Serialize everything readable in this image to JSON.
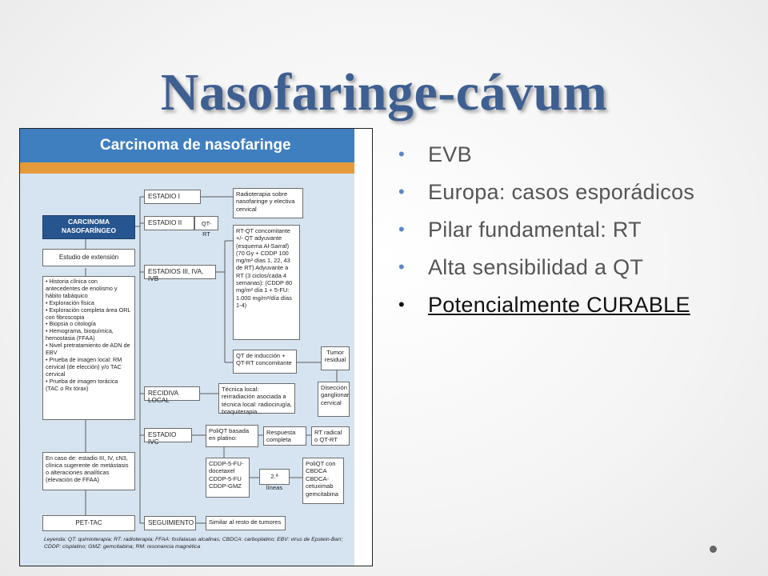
{
  "slide": {
    "title": "Nasofaringe-cávum",
    "bullets": [
      "EVB",
      "Europa: casos esporádicos",
      "Pilar fundamental: RT",
      "Alta sensibilidad a QT",
      "Potencialmente CURABLE"
    ],
    "accent_color": "#3e5f91",
    "bullet_color": "#5b88c2"
  },
  "figure": {
    "title": "Carcinoma de nasofaringe",
    "header_color": "#3f7fc0",
    "strip_color": "#e59a3c",
    "body_color": "#d6e4f1",
    "nodes": {
      "carcinoma": "CARCINOMA NASOFARÍNGEO",
      "estudio": "Estudio de extensión",
      "historia": "• Historia clínica con antecedentes de enolismo y hábito tabáquico\n• Exploración física\n• Exploración completa área ORL con fibroscopia\n• Biopsia o citología\n• Hemograma, bioquímica, hemostasia (FFAA)\n• Nivel pretratamiento de ADN de EBV\n• Prueba de imagen local: RM cervical (de elección) y/o TAC cervical\n• Prueba de imagen torácica (TAC o Rx tórax)",
      "encaso": "En caso de: estadio III, IV, cN3, clínica sugerente de metástasis o alteraciones analíticas (elevación de FFAA)",
      "pettac": "PET-TAC",
      "estadio1": "ESTADIO I",
      "estadio2": "ESTADIO II",
      "estadios3": "ESTADIOS III, IVA, IVB",
      "recidiva": "RECIDIVA LOCAL",
      "estadioivc": "ESTADIO IVC",
      "seguimiento": "SEGUIMIENTO",
      "radioterapia": "Radioterapia sobre nasofaringe y electiva cervical",
      "qtrt": "QT-RT",
      "rtqt": "RT-QT concomitante +/- QT adyuvante (esquema Al-Sarraf) (70 Gy + CDDP 100 mg/m² días 1, 22, 43 de RT) Adyuvante a RT (3 ciclos/cada 4 semanas): (CDDP 80 mg/m² día 1 + 5-FU: 1.000 mg/m²/día días 1-4)",
      "qtinduccion": "QT de inducción + QT-RT concomitante",
      "tumor": "Tumor residual",
      "diseccion": "Disección ganglionar cervical",
      "tecnica": "Técnica local: reirradiación asociada a técnica local: radiocirugía, braquiterapia...",
      "poliqt": "PoliQT basada en platino:",
      "respuesta": "Respuesta completa",
      "rtradical": "RT radical o QT-RT",
      "cddp": "CDDP-5-FU-docetaxel CDDP-5-FU CDDP-GMZ",
      "segundas": "2.ª líneas",
      "poliqtcon": "PoliQT con CBDCA CBDCA-cetuximab gemcitabina",
      "similar": "Similar al resto de tumores"
    },
    "legend": "Leyenda: QT: quimioterapia; RT: radioterapia; FFAA: fosfatasas alcalinas; CBDCA: carboplatino; EBV: virus de Epstein-Barr; CDDP: cisplatino; GMZ: gemcitabina; RM: resonancia magnética"
  }
}
